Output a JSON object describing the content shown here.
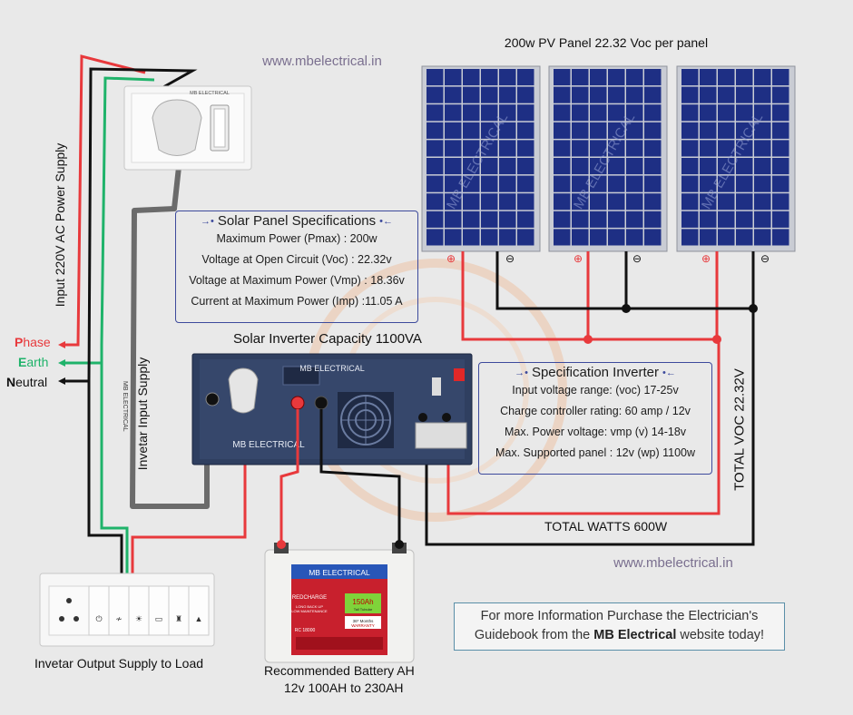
{
  "watermark_top": "www.mbelectrical.in",
  "watermark_bottom": "www.mbelectrical.in",
  "panels": {
    "title": "200w PV Panel 22.32 Voc per panel",
    "watermark": "MB ELECTRICAL",
    "positive_symbol": "⊕",
    "negative_symbol": "⊖"
  },
  "switch_brand": "MB ELECTRICAL",
  "input_supply_label": "Input 220V AC Power Supply",
  "wires": {
    "phase_initial": "P",
    "phase_rest": "hase",
    "earth_initial": "E",
    "earth_rest": "arth",
    "neutral_initial": "N",
    "neutral_rest": "eutral"
  },
  "colors": {
    "phase": "#e8393c",
    "earth": "#1fb36a",
    "neutral": "#111111",
    "inverter": "#2f3f60",
    "panel": "#1e2f84",
    "battery_label": "#c8202d",
    "battery_header": "#2856b8"
  },
  "solar_spec": {
    "title": "Solar Panel Specifications",
    "lines": [
      "Maximum Power (Pmax) : 200w",
      "Voltage at Open Circuit (Voc) : 22.32v",
      "Voltage at Maximum Power (Vmp) : 18.36v",
      "Current at Maximum Power (Imp) :11.05 A"
    ]
  },
  "inverter": {
    "title": "Solar Inverter  Capacity 1100VA",
    "brand": "MB ELECTRICAL",
    "brand_bottom": "MB ELECTRICAL",
    "input_label": "Invetar  Input Supply",
    "cable_text": "MB ELECTRICAL"
  },
  "inverter_spec": {
    "title": "Specification Inverter",
    "lines": [
      "Input voltage range: (voc) 17-25v",
      "Charge controller rating: 60 amp / 12v",
      "Max. Power voltage: vmp (v) 14-18v",
      "Max. Supported panel : 12v (wp) 1100w"
    ]
  },
  "total_voc": "TOTAL VOC 22.32V",
  "total_watts": "TOTAL WATTS 600W",
  "battery": {
    "brand": "MB ELECTRICAL",
    "product": "REDCHARGE",
    "tagline_1": "LONG BACK UP",
    "tagline_2": "LOW MAINTENANCE",
    "capacity": "150Ah",
    "type": "Tall Tubular",
    "warranty_1": "36* Months",
    "warranty_2": "WARRANTY",
    "model": "RC 18000",
    "label_1": "Recommended Battery AH",
    "label_2": "12v 100AH to 230AH"
  },
  "output_label": "Invetar  Output Supply to Load",
  "info": {
    "line1": "For more Information Purchase the Electrician's",
    "line2_pre": "Guidebook from the ",
    "line2_bold": "MB Electrical",
    "line2_post": " website today!"
  }
}
